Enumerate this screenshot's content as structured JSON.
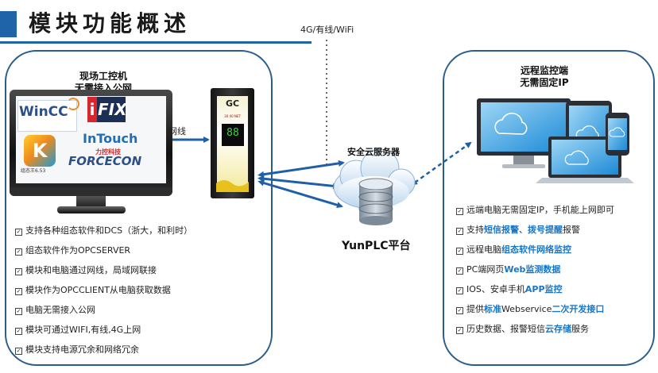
{
  "header": {
    "title": "模块功能概述"
  },
  "network": {
    "label": "4G/有线/WiFi"
  },
  "site_pc": {
    "title_line1": "现场工控机",
    "title_line2": "无需接入公网",
    "logos": {
      "wincc": "WinCC",
      "ifix_i": "i",
      "ifix": "FIX",
      "kingview_k": "K",
      "kingview_caption": "组态王6.53",
      "intouch": "InTouch",
      "forcecon_cn": "力控科技",
      "forcecon": "FORCECON"
    }
  },
  "gc_module": {
    "label": "GC",
    "leds": "30 40 NET",
    "digits": "88"
  },
  "ethernet": {
    "label": "网线"
  },
  "cloud": {
    "server_label": "安全云服务器",
    "platform_label": "YunPLC平台"
  },
  "remote": {
    "title_line1": "远程监控端",
    "title_line2": "无需固定IP"
  },
  "left_features": [
    "支持各种组态软件和DCS（浙大，和利时）",
    "组态软件作为OPCSERVER",
    "模块和电脑通过网线，局域网联接",
    "模块作为OPCCLIENT从电脑获取数据",
    "电脑无需接入公网",
    "模块可通过WIFI,有线,4G上网",
    "模块支持电源冗余和网络冗余"
  ],
  "right_features": [
    [
      {
        "t": "远端电脑无需固定IP，手机能上网即可",
        "h": false
      }
    ],
    [
      {
        "t": "支持",
        "h": false
      },
      {
        "t": "短信报警",
        "h": true
      },
      {
        "t": "、",
        "h": false
      },
      {
        "t": "拨号提醒",
        "h": true
      },
      {
        "t": "报警",
        "h": false
      }
    ],
    [
      {
        "t": "远程电脑",
        "h": false
      },
      {
        "t": "组态软件网络监控",
        "h": true
      }
    ],
    [
      {
        "t": "PC端网页",
        "h": false
      },
      {
        "t": "Web监测数据",
        "h": true
      }
    ],
    [
      {
        "t": "IOS、安卓手机",
        "h": false
      },
      {
        "t": "APP监控",
        "h": true
      }
    ],
    [
      {
        "t": "提供",
        "h": false
      },
      {
        "t": "标准",
        "h": true
      },
      {
        "t": "Webservice",
        "h": false
      },
      {
        "t": "二次开发接口",
        "h": true
      }
    ],
    [
      {
        "t": "历史数据、报警短信",
        "h": false
      },
      {
        "t": "云存储",
        "h": true
      },
      {
        "t": "服务",
        "h": false
      }
    ]
  ],
  "colors": {
    "accent": "#1f63a8",
    "panel_border": "#2a5d8a",
    "highlight": "#1a76c5",
    "arrow": "#1f5fa8"
  }
}
